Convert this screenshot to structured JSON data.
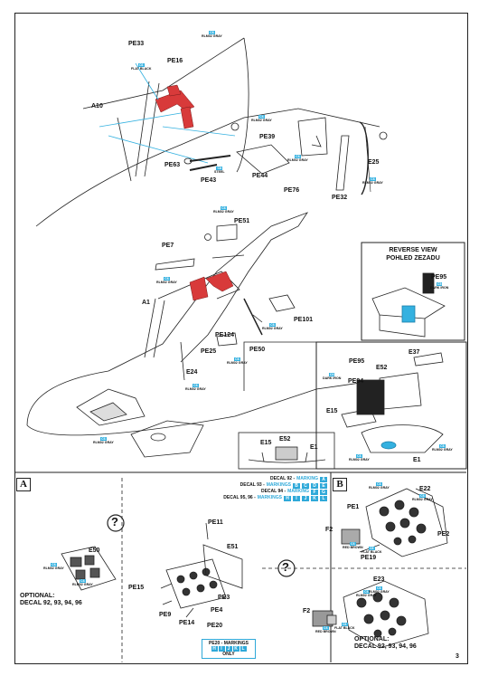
{
  "colors": {
    "accent": "#34b1e0",
    "part_red": "#d83a3a",
    "ink": "#111111"
  },
  "labels": {
    "A10": "A10",
    "PE33": "PE33",
    "PE16": "PE16",
    "PE39": "PE39",
    "PE63": "PE63",
    "PE43": "PE43",
    "PE44": "PE44",
    "PE76": "PE76",
    "E25": "E25",
    "PE32": "PE32",
    "PE51": "PE51",
    "PE7": "PE7",
    "A1": "A1",
    "PE101": "PE101",
    "PE124": "PE124",
    "PE25": "PE25",
    "PE50": "PE50",
    "E24": "E24",
    "PE95_top": "PE95",
    "E37": "E37",
    "PE95": "PE95",
    "E52": "E52",
    "PE94": "PE94",
    "E15": "E15",
    "E15_inset": "E15",
    "E52_inset": "E52",
    "E1_inset": "E1",
    "E1": "E1",
    "E50": "E50",
    "PE11": "PE11",
    "E51": "E51",
    "PE15": "PE15",
    "PE3": "PE3",
    "PE9": "PE9",
    "PE14": "PE14",
    "PE4": "PE4",
    "PE20": "PE20",
    "E22": "E22",
    "PE1": "PE1",
    "PE2": "PE2",
    "F2": "F2",
    "PE19": "PE19",
    "E23": "E23",
    "F2b": "F2"
  },
  "colorcodes": {
    "c1": {
      "code": "C6",
      "name": "FLAT BLACK"
    },
    "c2": {
      "code": "C6",
      "name": "RLM02 GRAY"
    },
    "c3": {
      "code": "C6",
      "name": "RLM02 GRAY"
    },
    "c4": {
      "code": "C8",
      "name": "STEEL"
    },
    "c5": {
      "code": "C6",
      "name": "RLM02 GRAY"
    },
    "c6": {
      "code": "C6",
      "name": "RLM02 GRAY"
    },
    "c7": {
      "code": "C6",
      "name": "RLM02 GRAY"
    },
    "c8": {
      "code": "C6",
      "name": "RLM02 GRAY"
    },
    "c9": {
      "code": "C6",
      "name": "RLM02 GRAY"
    },
    "c10": {
      "code": "C6",
      "name": "RLM02 GRAY"
    },
    "c11": {
      "code": "C6",
      "name": "RLM02 GRAY"
    },
    "c12": {
      "code": "C6",
      "name": "RLM02 GRAY"
    },
    "c13": {
      "code": "C6",
      "name": "RLM02 GRAY"
    },
    "c14": {
      "code": "C6",
      "name": "RLM02 GRAY"
    },
    "c15": {
      "code": "C5",
      "name": "DARK IRON"
    },
    "c16": {
      "code": "C6",
      "name": "DARK IRON"
    },
    "c17": {
      "code": "C6",
      "name": "RLM02 GRAY"
    },
    "c18": {
      "code": "C6",
      "name": "RLM02 GRAY"
    },
    "c19": {
      "code": "C6",
      "name": "RLM02 GRAY"
    },
    "c20": {
      "code": "C6",
      "name": "RLM02 GRAY"
    },
    "c21": {
      "code": "C6",
      "name": "RLM02 GRAY"
    },
    "c22": {
      "code": "C6",
      "name": "RED BROWN"
    },
    "c23": {
      "code": "C6",
      "name": "FLAT BLACK"
    },
    "c24": {
      "code": "C6",
      "name": "RLM02 GRAY"
    },
    "c25": {
      "code": "C6",
      "name": "RED BROWN"
    },
    "c26": {
      "code": "C6",
      "name": "FLAT BLACK"
    }
  },
  "reverse_view": {
    "line1": "REVERSE VIEW",
    "line2": "POHLED ZEZADU"
  },
  "sections": {
    "a": "A",
    "b": "B"
  },
  "decal_table": {
    "r1": {
      "decal": "DECAL 92 -",
      "mk": "MARKING",
      "letters": [
        "A"
      ]
    },
    "r2": {
      "decal": "DECAL 93 -",
      "mk": "MARKINGS",
      "letters": [
        "B",
        "C",
        "D",
        "E"
      ]
    },
    "r3": {
      "decal": "DECAL 94 -",
      "mk": "MARKING",
      "letters": [
        "F",
        "G"
      ]
    },
    "r4": {
      "decal": "DECAL 95, 96 -",
      "mk": "MARKINGS",
      "letters": [
        "H",
        "I",
        "J",
        "K",
        "L"
      ]
    }
  },
  "pe20_note": {
    "line1": "PE20 - MARKINGS",
    "letters": [
      "H",
      "I",
      "J",
      "K",
      "L"
    ],
    "only": "ONLY"
  },
  "optional_a": {
    "line1": "OPTIONAL:",
    "line2": "DECAL 92, 93, 94, 96"
  },
  "optional_b": {
    "line1": "OPTIONAL:",
    "line2": "DECAL 92, 93, 94, 96"
  },
  "page_number": "3"
}
